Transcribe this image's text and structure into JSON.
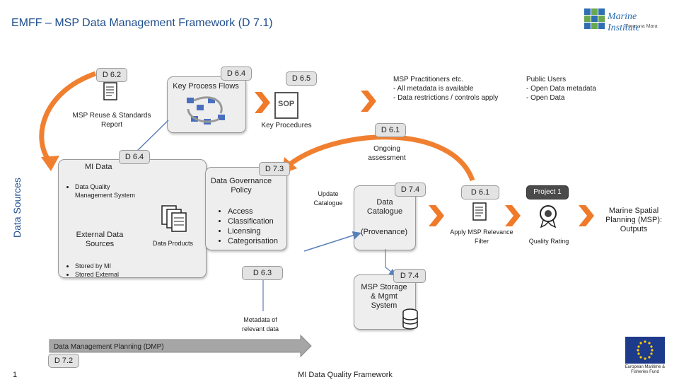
{
  "header": {
    "title": "EMFF – MSP Data Management Framework (D 7.1)"
  },
  "logo": {
    "text": "Marine Institute",
    "subtext": "Foras na Mara"
  },
  "side_label": "Data Sources",
  "tags": {
    "d62": "D 6.2",
    "d64_top": "D 6.4",
    "d65": "D 6.5",
    "d61_top": "D 6.1",
    "d64_mid": "D 6.4",
    "d73": "D 7.3",
    "d74_a": "D 7.4",
    "d61_mid": "D 6.1",
    "project1": "Project 1",
    "d63": "D 6.3",
    "d74_b": "D 7.4",
    "d72": "D 7.2"
  },
  "labels": {
    "key_process_flows": "Key Process Flows",
    "msp_reuse": "MSP Reuse & Standards Report",
    "key_procedures": "Key Procedures",
    "ongoing": "Ongoing assessment",
    "mi_data": "MI Data",
    "data_quality": "Data Quality Management System",
    "external_sources": "External Data Sources",
    "data_products": "Data Products",
    "update_catalogue": "Update Catalogue",
    "data_catalogue": "Data Catalogue",
    "provenance": "(Provenance)",
    "apply_msp": "Apply MSP Relevance Filter",
    "quality_rating": "Quality Rating",
    "outputs": "Marine Spatial Planning (MSP): Outputs",
    "governance": "Data Governance Policy",
    "msp_storage": "MSP Storage & Mgmt System",
    "metadata": "Metadata of relevant data",
    "dmp": "Data Management Planning (DMP)",
    "footer": "MI Data Quality Framework",
    "page_number": "1",
    "sop": "SOP",
    "eu_caption": "European Maritime & Fisheries Fund"
  },
  "practitioners": {
    "heading": "MSP Practitioners etc.",
    "items": [
      "- All metadata is available",
      "- Data restrictions / controls apply"
    ]
  },
  "public_users": {
    "heading": "Public Users",
    "items": [
      "- Open Data metadata",
      "- Open Data"
    ]
  },
  "stored": [
    "Stored by MI",
    "Stored External"
  ],
  "governance_items": [
    "Access",
    "Classification",
    "Licensing",
    "Categorisation"
  ],
  "colors": {
    "accent": "#f08030",
    "title": "#1f4e8c",
    "chevron": "#f07a2a",
    "arrow_blue": "#5a7fb8"
  }
}
